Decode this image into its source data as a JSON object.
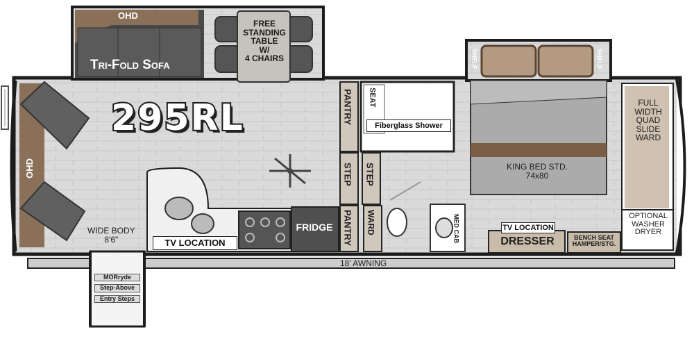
{
  "model": "295RL",
  "labels": {
    "ohd_top": "OHD",
    "sofa": "Tri-Fold Sofa",
    "table": [
      "FREE",
      "STANDING",
      "TABLE",
      "W/",
      "4 CHAIRS"
    ],
    "ohd_left": "OHD",
    "wide_body": [
      "WIDE BODY",
      "8'6\""
    ],
    "tv_location_kitchen": "TV LOCATION",
    "fridge": "FRIDGE",
    "pantry_top": "PANTRY",
    "step_left": "STEP",
    "step_right": "STEP",
    "pantry_bottom": "PANTRY",
    "ward": "WARD",
    "seat": "SEAT",
    "shower": "Fiberglass Shower",
    "med_cab": "MED CAB",
    "shelf_left": "SHELF",
    "shelf_right": "SHELF",
    "bed": [
      "KING BED STD.",
      "74x80"
    ],
    "tv_location_bedroom": "TV LOCATION",
    "dresser": "DRESSER",
    "bench": [
      "BENCH SEAT",
      "HAMPER/STG."
    ],
    "full_width": [
      "FULL",
      "WIDTH",
      "QUAD",
      "SLIDE",
      "WARD"
    ],
    "washer": [
      "OPTIONAL",
      "WASHER",
      "DRYER"
    ],
    "awning": "18' AWNING",
    "steps": [
      "MORryde",
      "Step-Above",
      "Entry Steps"
    ]
  },
  "colors": {
    "wall": "#1c1c1c",
    "floor": "#dcdcdc",
    "slide_dark": "#4a4a4a",
    "wood": "#8a7058",
    "bed_spread": "#a8a8a8",
    "bed_band": "#7a5e45",
    "counter": "#ececec",
    "appliance": "#505050",
    "tag_fill": "#ffffff"
  }
}
